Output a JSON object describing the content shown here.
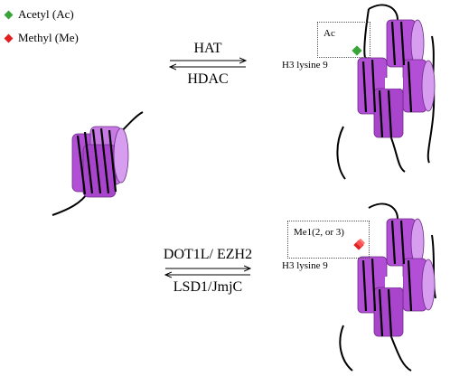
{
  "legend": [
    {
      "label": "Acetyl (Ac)",
      "color": "#3aa33a",
      "icon": "green-diamond"
    },
    {
      "label": "Methyl (Me)",
      "color": "#e02020",
      "icon": "red-diamond"
    }
  ],
  "reaction_top": {
    "forward": "HAT",
    "reverse": "HDAC"
  },
  "reaction_bottom": {
    "forward": "DOT1L/ EZH2",
    "reverse": "LSD1/JmjC"
  },
  "mark_top": {
    "box_label": "Ac",
    "site_label": "H3 lysine 9"
  },
  "mark_bottom": {
    "box_label": "Me1(2, or 3)",
    "site_label": "H3 lysine 9"
  },
  "colors": {
    "histone": "#b34fd6",
    "histone_light": "#d79ef0",
    "dna": "#000000"
  }
}
